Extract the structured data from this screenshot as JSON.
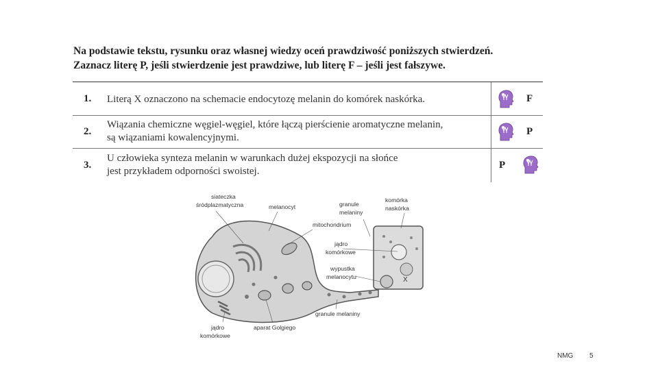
{
  "instruction": {
    "line1": "Na podstawie tekstu, rysunku oraz własnej wiedzy oceń prawdziwość poniższych stwierdzeń.",
    "line2": "Zaznacz literę P, jeśli stwierdzenie jest prawdziwe, lub literę F – jeśli jest fałszywe."
  },
  "table": {
    "rows": [
      {
        "num": "1.",
        "line1": "Literą X oznaczono na schemacie endocytozę melanin do komórek naskórka.",
        "line2": "",
        "answer": "F",
        "icon": "head-icon"
      },
      {
        "num": "2.",
        "line1": "Wiązania chemiczne węgiel-węgiel, które łączą pierścienie aromatyczne melanin,",
        "line2": "są wiązaniami kowalencyjnymi.",
        "answer": "P",
        "icon": "head-icon"
      },
      {
        "num": "3.",
        "line1": "U człowieka synteza melanin w warunkach dużej ekspozycji na słońce",
        "line2": "jest przykładem odporności swoistej.",
        "answer": "P",
        "icon": "head-icon"
      }
    ]
  },
  "diagram": {
    "labels": {
      "siateczka1": "siateczka",
      "siateczka2": "śródplazmatyczna",
      "melanocyt": "melanocyt",
      "granule1": "granule",
      "granule2": "melaniny",
      "komorka1": "komórka",
      "komorka2": "naskórka",
      "mitochondrium": "mitochondrium",
      "jadro_a1": "jądro",
      "jadro_a2": "komórkowe",
      "wypustka1": "wypustka",
      "wypustka2": "melanocytu",
      "x": "X",
      "granule_bottom": "granule melaniny",
      "jadro_b1": "jądro",
      "jadro_b2": "komórkowe",
      "golgi": "aparat Golgiego"
    }
  },
  "footer": {
    "author": "NMG",
    "page": "5"
  }
}
